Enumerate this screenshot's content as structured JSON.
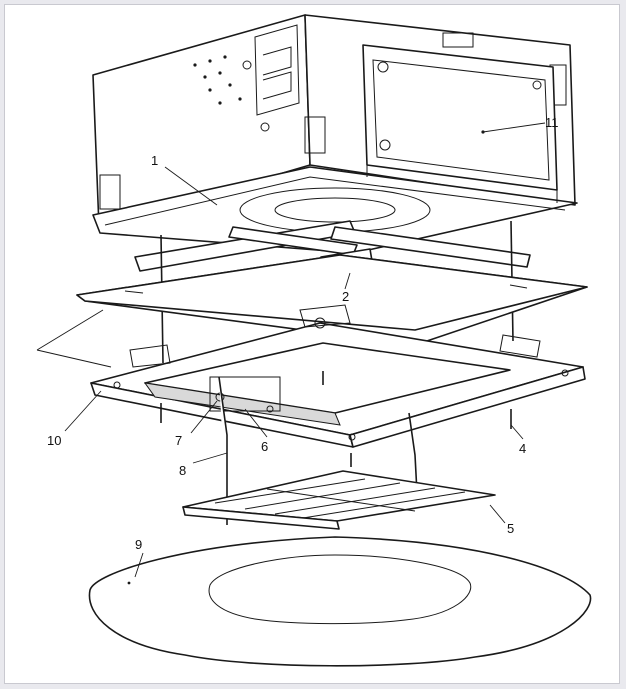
{
  "diagram": {
    "callouts": [
      {
        "id": "1",
        "label": "1"
      },
      {
        "id": "2",
        "label": "2"
      },
      {
        "id": "4",
        "label": "4"
      },
      {
        "id": "5",
        "label": "5"
      },
      {
        "id": "6",
        "label": "6"
      },
      {
        "id": "7",
        "label": "7"
      },
      {
        "id": "8",
        "label": "8"
      },
      {
        "id": "9",
        "label": "9"
      },
      {
        "id": "10",
        "label": "10"
      },
      {
        "id": "11",
        "label": "11"
      }
    ]
  }
}
